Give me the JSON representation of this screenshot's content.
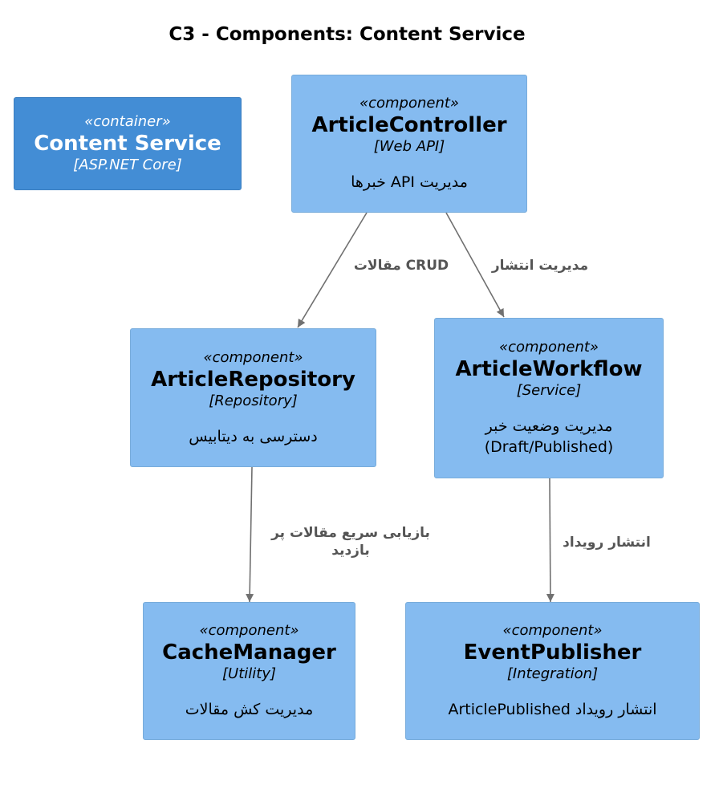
{
  "diagram": {
    "title": "C3 - Components: Content Service",
    "container": {
      "stereotype": "«container»",
      "name": "Content Service",
      "technology": "[ASP.NET Core]"
    },
    "components": {
      "article_controller": {
        "stereotype": "«component»",
        "name": "ArticleController",
        "technology": "[Web API]",
        "description": "مدیریت API خبرها"
      },
      "article_repository": {
        "stereotype": "«component»",
        "name": "ArticleRepository",
        "technology": "[Repository]",
        "description": "دسترسی به دیتابیس"
      },
      "article_workflow": {
        "stereotype": "«component»",
        "name": "ArticleWorkflow",
        "technology": "[Service]",
        "description": "مدیریت وضعیت خبر\n(Draft/Published)"
      },
      "cache_manager": {
        "stereotype": "«component»",
        "name": "CacheManager",
        "technology": "[Utility]",
        "description": "مدیریت کش مقالات"
      },
      "event_publisher": {
        "stereotype": "«component»",
        "name": "EventPublisher",
        "technology": "[Integration]",
        "description": "انتشار رویداد ArticlePublished"
      }
    },
    "relations": {
      "controller_to_repository": "CRUD مقالات",
      "controller_to_workflow": "مدیریت انتشار",
      "repository_to_cache": "بازیابی سریع مقالات پر\nبازدید",
      "workflow_to_publisher": "انتشار رویداد"
    },
    "colors": {
      "component_fill": "#85bbf0",
      "container_fill": "#438dd5",
      "edge": "#707070",
      "edge_label": "#555555"
    }
  }
}
